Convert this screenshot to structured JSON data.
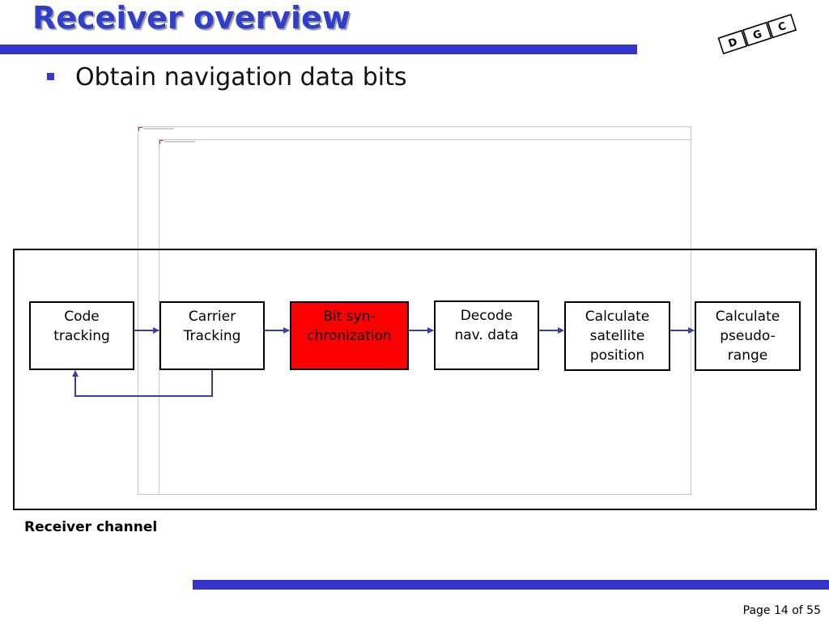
{
  "title": "Receiver overview",
  "bullet": "Obtain navigation data bits",
  "logo_letters": [
    "D",
    "G",
    "C"
  ],
  "blocks": [
    {
      "label": "Code\ntracking",
      "highlighted": false
    },
    {
      "label": "Carrier\nTracking",
      "highlighted": false
    },
    {
      "label": "Bit syn-\nchronization",
      "highlighted": true
    },
    {
      "label": "Decode\nnav. data",
      "highlighted": false
    },
    {
      "label": "Calculate\nsatellite\nposition",
      "highlighted": false
    },
    {
      "label": "Calculate\npseudo-\nrange",
      "highlighted": false
    }
  ],
  "channel_label": "Receiver channel",
  "page_number": "Page 14 of 55",
  "colors": {
    "accent": "#3333cc",
    "title": "#2f3ecb",
    "highlight": "#ff0000",
    "arrow": "#3c3ca8"
  }
}
